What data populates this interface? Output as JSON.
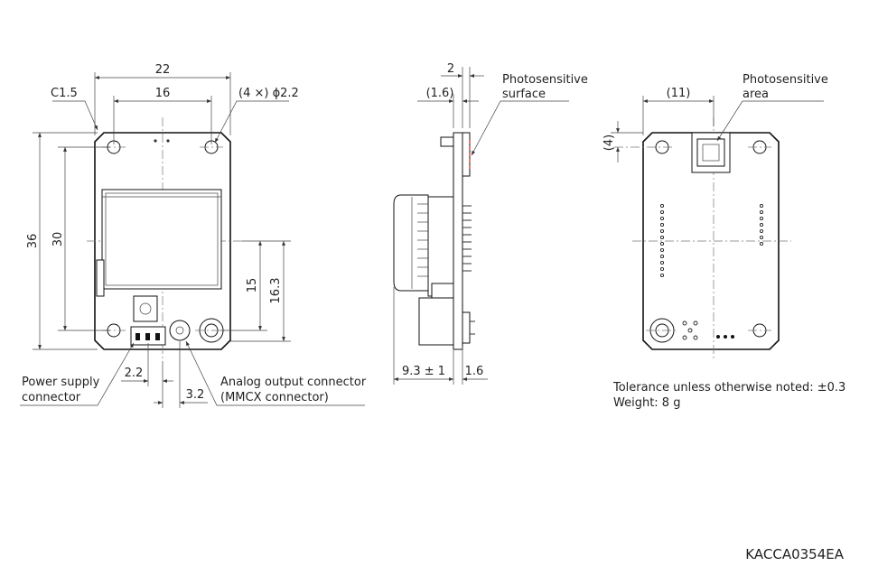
{
  "front_view": {
    "dim_width": "22",
    "dim_hole_pitch": "16",
    "dim_chamfer": "C1.5",
    "dim_holes": "(4 ×) ϕ2.2",
    "dim_height": "36",
    "dim_hole_pitch_v": "30",
    "dim_15": "15",
    "dim_16_3": "16.3",
    "dim_2_2": "2.2",
    "dim_3_2": "3.2"
  },
  "callouts": {
    "power_supply_line1": "Power supply",
    "power_supply_line2": "connector",
    "analog_line1": "Analog output connector",
    "analog_line2": "(MMCX connector)"
  },
  "side_view": {
    "dim_2": "2",
    "dim_1_6_top": "(1.6)",
    "label_line1": "Photosensitive",
    "label_line2": "surface",
    "dim_9_3": "9.3 ± 1",
    "dim_1_6_bottom": "1.6"
  },
  "back_view": {
    "dim_11": "(11)",
    "dim_4": "(4)",
    "label_line1": "Photosensitive",
    "label_line2": "area"
  },
  "notes": {
    "tolerance": "Tolerance unless otherwise noted: ±0.3",
    "weight": "Weight: 8 g"
  },
  "drawing_code": "KACCA0354EA"
}
